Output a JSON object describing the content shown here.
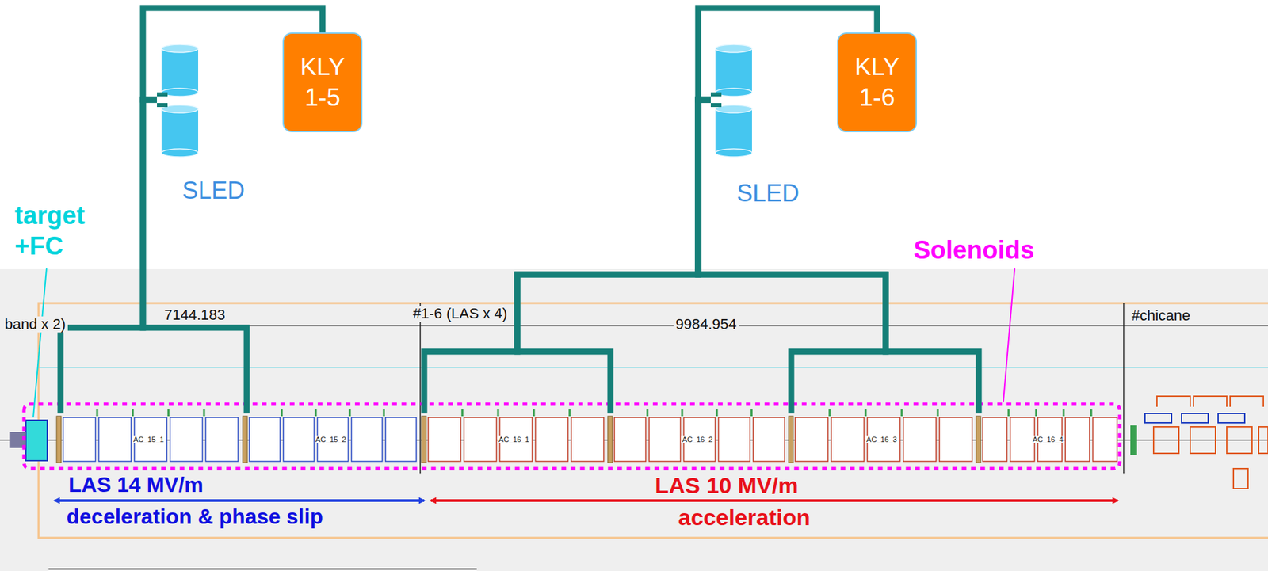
{
  "diagram": {
    "nodes": [
      {
        "text": [
          "KLY 1-5"
        ]
      },
      {
        "text": [
          "SLED"
        ]
      },
      {
        "text": [
          "KLY 1-6"
        ]
      },
      {
        "text": [
          "SLED"
        ]
      },
      {
        "text": [
          "AC_15_1"
        ]
      },
      {
        "text": [
          "AC_15_2"
        ]
      },
      {
        "text": [
          "AC_16_1"
        ]
      },
      {
        "text": [
          "AC_16_2"
        ]
      },
      {
        "text": [
          "AC_16_3"
        ]
      },
      {
        "text": [
          "AC_16_4"
        ]
      }
    ],
    "edges": [
      {
        "from": 0,
        "to": 1,
        "arrow": "none"
      },
      {
        "from": 1,
        "to": 4,
        "arrow": "none"
      },
      {
        "from": 1,
        "to": 5,
        "arrow": "none"
      },
      {
        "from": 2,
        "to": 3,
        "arrow": "none"
      },
      {
        "from": 3,
        "to": 6,
        "arrow": "none"
      },
      {
        "from": 3,
        "to": 7,
        "arrow": "none"
      },
      {
        "from": 3,
        "to": 8,
        "arrow": "none"
      },
      {
        "from": 3,
        "to": 9,
        "arrow": "none"
      }
    ],
    "labels": [
      "target +FC",
      "band x 2)",
      "7144.183",
      "#1-6 (LAS x 4)",
      "9984.954",
      "#chicane",
      "Solenoids",
      "LAS 14 MV/m",
      "deceleration & phase slip",
      "LAS 10 MV/m",
      "acceleration"
    ]
  }
}
